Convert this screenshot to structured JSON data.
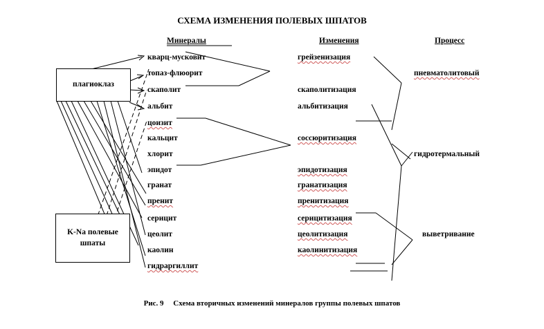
{
  "title": "СХЕМА ИЗМЕНЕНИЯ ПОЛЕВЫХ ШПАТОВ",
  "headers": {
    "minerals": "Минералы",
    "changes": "Изменения",
    "process": "Процесс"
  },
  "boxes": {
    "plagioclase": "плагиоклаз",
    "kna_line1": "K-Na полевые",
    "kna_line2": "шпаты"
  },
  "minerals": [
    "кварц-мусковит",
    "топаз-флюорит",
    "скаполит",
    "альбит",
    "цоизит",
    "кальцит",
    "хлорит",
    "эпидот",
    "гранат",
    "пренит",
    "серицит",
    "цеолит",
    "каолин",
    "гидраргиллит"
  ],
  "changes": {
    "greisen": "грейзенизация",
    "scapolit": "скаполитизация",
    "albit": "альбитизация",
    "sossurit": "соссюритизация",
    "epidot": "эпидотизация",
    "granat": "гранатизация",
    "prenit": "пренитизация",
    "sericit": "серицитизация",
    "zeolit": "цеолитизация",
    "kaolin": "каолинитизация"
  },
  "processes": {
    "pneumato": "пневматолитовый",
    "hydro": "гидротермальный",
    "weather": "выветривание"
  },
  "caption": "Рис. 9     Схема вторичных изменений минералов группы полевых шпатов"
}
